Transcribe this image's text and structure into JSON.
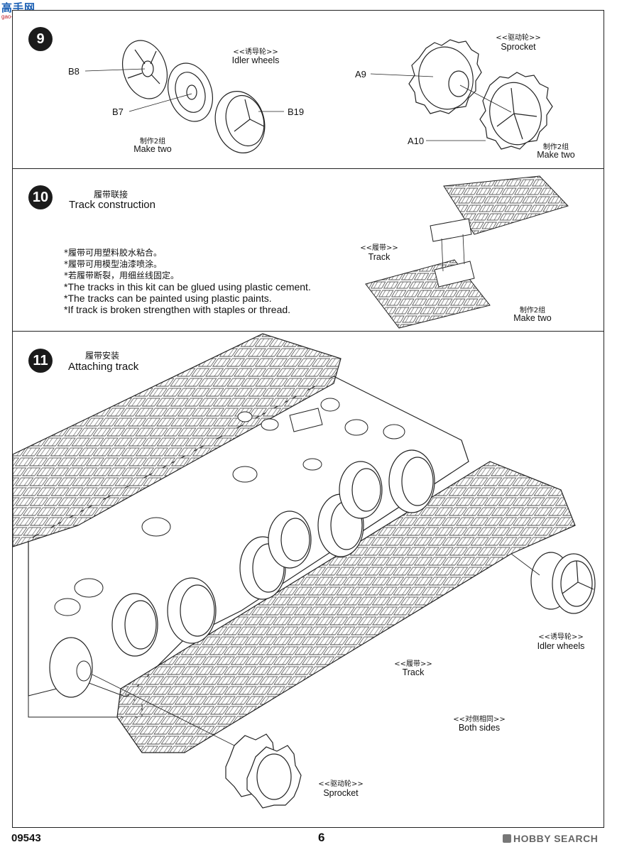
{
  "logo": {
    "text": "高手网",
    "subtext": "gao-shou.com"
  },
  "steps": [
    {
      "number": "9",
      "idler": {
        "cn": "<<诱导轮>>",
        "en": "Idler wheels"
      },
      "sprocket": {
        "cn": "<<驱动轮>>",
        "en": "Sprocket"
      },
      "parts": {
        "b8": "B8",
        "b7": "B7",
        "b19": "B19",
        "a9": "A9",
        "a10": "A10"
      },
      "make_left": {
        "cn": "制作2组",
        "en": "Make two"
      },
      "make_right": {
        "cn": "制作2组",
        "en": "Make two"
      }
    },
    {
      "number": "10",
      "title_cn": "履带联接",
      "title_en": "Track construction",
      "notes_cn": [
        "*履带可用塑料胶水粘合。",
        "*履带可用模型油漆喷涂。",
        "*若履带断裂，用细丝线固定。"
      ],
      "notes_en": [
        "*The tracks in this kit can be glued using plastic cement.",
        "*The tracks can be painted using plastic paints.",
        "*If track is broken strengthen with staples or thread."
      ],
      "track": {
        "cn": "<<履带>>",
        "en": "Track"
      },
      "make": {
        "cn": "制作2组",
        "en": "Make two"
      }
    },
    {
      "number": "11",
      "title_cn": "履带安装",
      "title_en": "Attaching track",
      "idler": {
        "cn": "<<诱导轮>>",
        "en": "Idler wheels"
      },
      "track": {
        "cn": "<<履带>>",
        "en": "Track"
      },
      "both": {
        "cn": "<<对侧相同>>",
        "en": "Both sides"
      },
      "sprocket": {
        "cn": "<<驱动轮>>",
        "en": "Sprocket"
      }
    }
  ],
  "footer": {
    "code": "09543",
    "page": "6",
    "brand": "HOBBY SEARCH"
  }
}
